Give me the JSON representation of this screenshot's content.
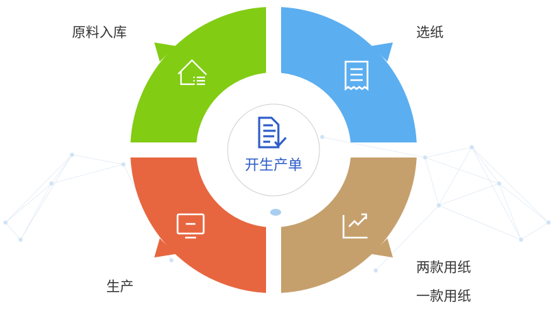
{
  "center": {
    "label": "开生产单",
    "icon": "document-check-icon",
    "color": "#2d5cc8"
  },
  "segments": [
    {
      "id": "raw-material",
      "label": "原料入库",
      "icon": "warehouse-icon",
      "color": "#82cc14"
    },
    {
      "id": "select-paper",
      "label": "选纸",
      "icon": "receipt-icon",
      "color": "#5baef0"
    },
    {
      "id": "paper-usage",
      "labels": [
        "两款用纸",
        "一款用纸"
      ],
      "icon": "trend-chart-icon",
      "color": "#c5a06d"
    },
    {
      "id": "production",
      "label": "生产",
      "icon": "monitor-icon",
      "color": "#e7663f"
    }
  ]
}
